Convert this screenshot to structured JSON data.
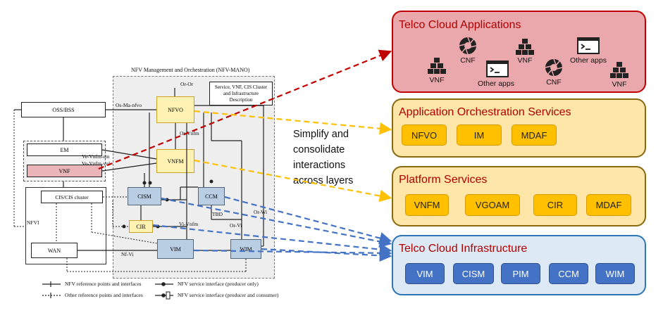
{
  "left_diagram": {
    "mano_title": "NFV Management and Orchestration (NFV-MANO)",
    "description_box": "Service, VNF, CIS Cluster and Infrastructure Description",
    "boxes": {
      "oss": "OSS/BSS",
      "em": "EM",
      "vnf": "VNF",
      "cis_cluster": "CIS/CIS cluster",
      "wan": "WAN",
      "nfvo": "NFVO",
      "vnfm": "VNFM",
      "cism": "CISM",
      "ccm": "CCM",
      "cir": "CIR",
      "vim": "VIM",
      "wim": "WIM"
    },
    "labels": {
      "or_or": "Or-Or",
      "os_ma_nfvo": "Os-Ma-nfvo",
      "or_vnfm": "Or-Vnfm",
      "ve_vnfm_em": "Ve-Vnfm-em",
      "ve_vnfm_vnf": "Ve-Vnfm-vnf",
      "vi_vnfm": "Vi-Vnfm",
      "tbd": "TBD",
      "or_vi": "Or-Vi",
      "or_wi": "Or-Wi",
      "nf_vi": "Nf-Vi",
      "nfvi": "NFVI"
    },
    "legend": {
      "l1": "NFV reference points and interfaces",
      "l2": "Other reference points and interfaces",
      "l3": "NFV service interface (producer only)",
      "l4": "NFV service interface (producer and consumer)"
    }
  },
  "middle_text": {
    "line1": "Simplify and",
    "line2": "consolidate",
    "line3": "interactions",
    "line4": "across layers"
  },
  "panels": {
    "apps": {
      "title": "Telco Cloud Applications",
      "items": [
        "VNF",
        "CNF",
        "Other apps",
        "VNF",
        "CNF",
        "Other apps",
        "VNF"
      ]
    },
    "orchestration": {
      "title": "Application Orchestration Services",
      "chips": [
        "NFVO",
        "IM",
        "MDAF"
      ]
    },
    "platform": {
      "title": "Platform Services",
      "chips": [
        "VNFM",
        "VGOAM",
        "CIR",
        "MDAF"
      ]
    },
    "infrastructure": {
      "title": "Telco Cloud Infrastructure",
      "chips": [
        "VIM",
        "CISM",
        "PIM",
        "CCM",
        "WIM"
      ]
    }
  },
  "colors": {
    "apps_panel_bg": "#eaa8ad",
    "apps_panel_border": "#c00000",
    "orch_panel_bg": "#fde6a8",
    "platform_panel_bg": "#fde6a8",
    "infra_panel_bg": "#ddeaf6",
    "infra_panel_border": "#2e75b6",
    "arrow_red": "#c00000",
    "arrow_yellow": "#ffc000",
    "arrow_blue": "#4472c4",
    "title_red": "#b00000"
  }
}
